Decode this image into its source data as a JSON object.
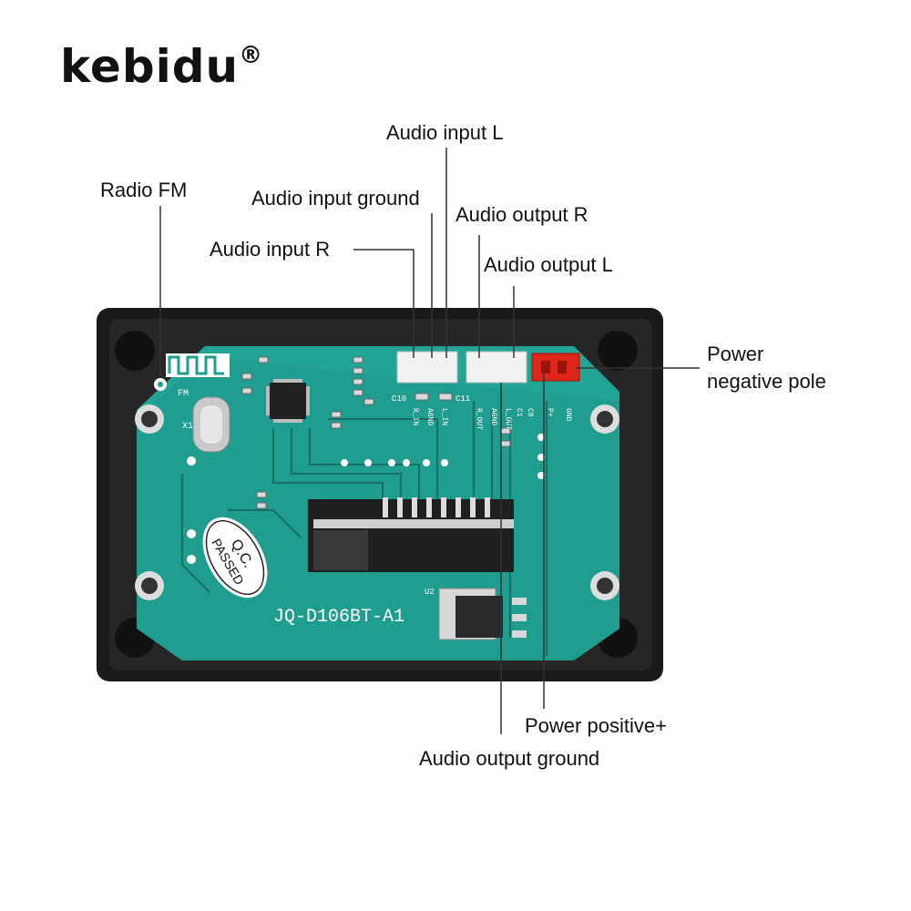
{
  "brand": {
    "name": "kebidu",
    "mark": "®"
  },
  "board": {
    "model": "JQ-D106BT-A1",
    "stamp_line1": "Q.C.",
    "stamp_line2": "PASSED",
    "silk_fm": "FM",
    "silk_x1": "X1",
    "silk_u2": "U2",
    "silk_c10": "C10",
    "silk_c11": "C11",
    "silk_pins": [
      "R_IN",
      "AGND",
      "L_IN",
      "R_OUT",
      "AGND",
      "L_OUT",
      "C1",
      "C8",
      "P+",
      "GND"
    ]
  },
  "labels": {
    "radio_fm": "Radio FM",
    "audio_input_l": "Audio input L",
    "audio_input_ground": "Audio input ground",
    "audio_input_r": "Audio input R",
    "audio_output_r": "Audio output R",
    "audio_output_l": "Audio output L",
    "power_negative_line1": "Power",
    "power_negative_line2": "negative pole",
    "power_positive": "Power positive+",
    "audio_output_ground": "Audio output ground"
  },
  "colors": {
    "pcb": "#1f9e8f",
    "case": "#1a1a1a",
    "connector_white": "#f2f2f2",
    "connector_red": "#e0261b",
    "callout_line": "#333333"
  }
}
